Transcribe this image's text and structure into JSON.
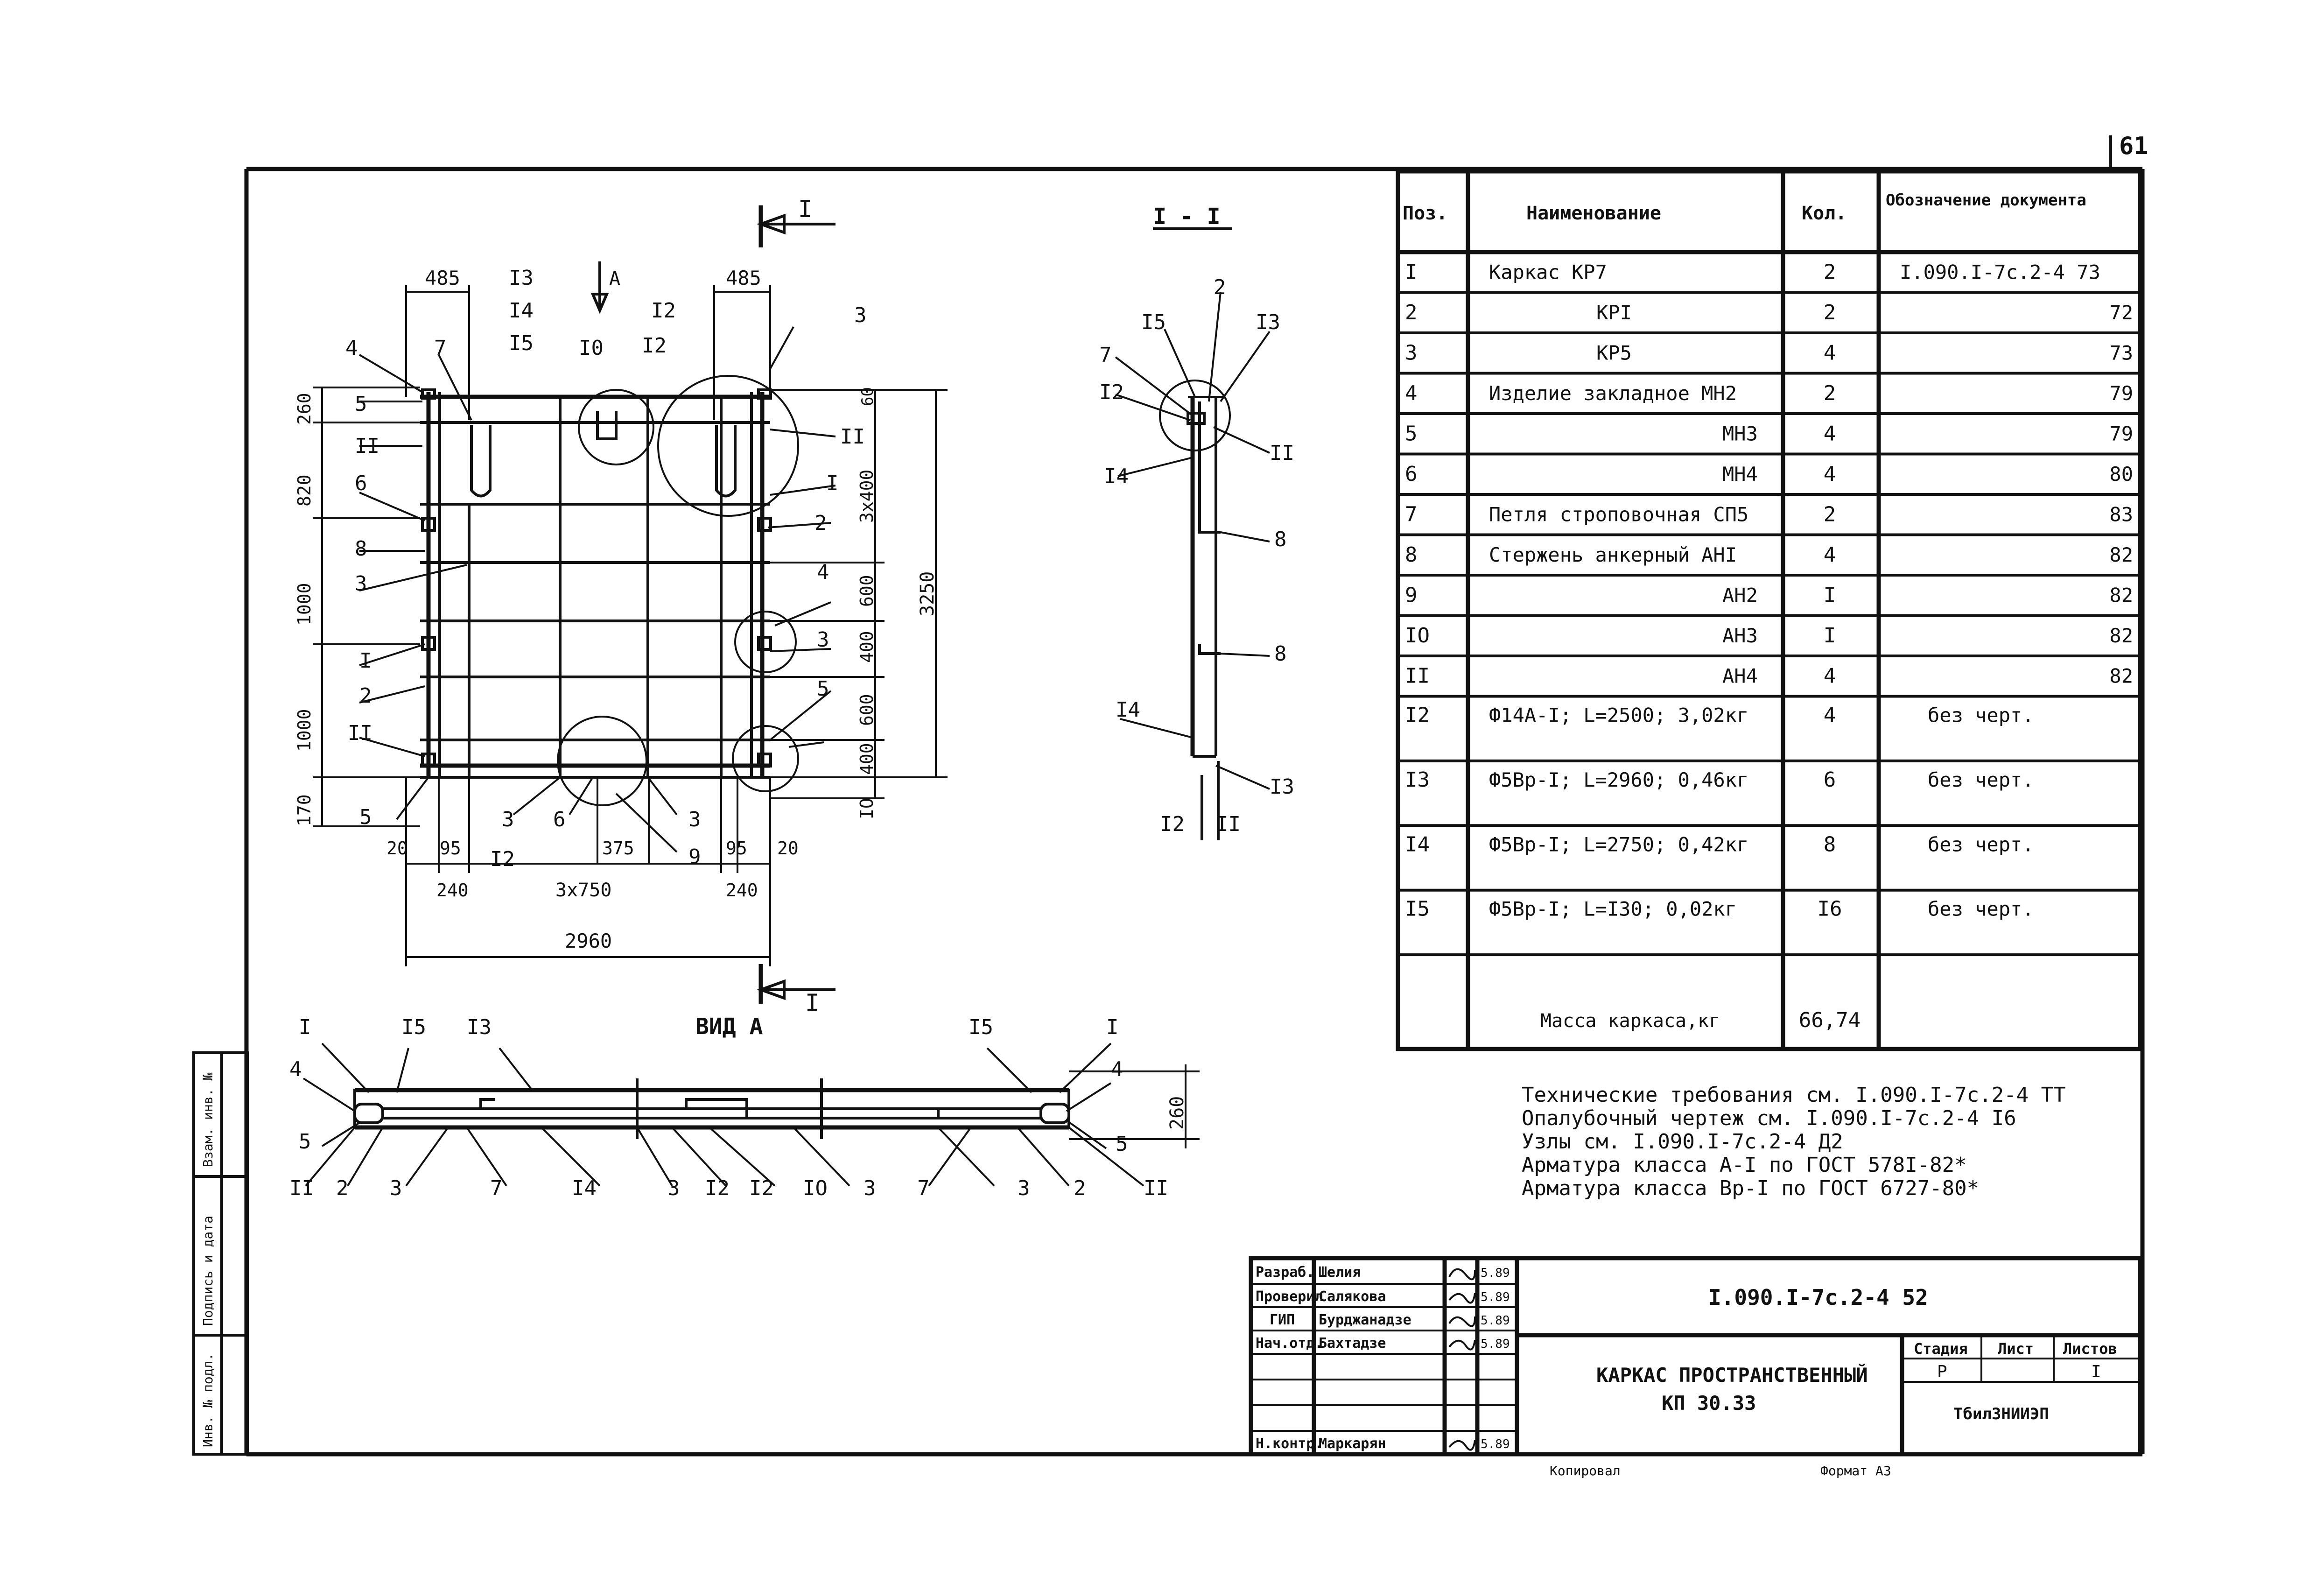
{
  "sheet_number": "61",
  "drawing": {
    "section_marker": "I",
    "section_title": "I - I",
    "view_a_title": "ВИД А",
    "view_a_marker": "А",
    "dims_plan": {
      "top_left": "485",
      "top_right": "485",
      "left_260": "260",
      "left_820": "820",
      "left_1000a": "1000",
      "left_1000b": "1000",
      "left_170": "170",
      "right_3x400": "3x400",
      "right_600a": "600",
      "right_400a": "400",
      "right_600b": "600",
      "right_400b": "400",
      "right_10": "IO",
      "right_total": "3250",
      "right_top": "60",
      "bottom_20l": "20",
      "bottom_95l": "95",
      "bottom_375": "375",
      "bottom_95r": "95",
      "bottom_20r": "20",
      "bottom_240l": "240",
      "bottom_3x750": "3x750",
      "bottom_240r": "240",
      "bottom_total": "2960"
    },
    "plan_labels": {
      "p13": "I3",
      "p14": "I4",
      "p15": "I5",
      "p12a": "I2",
      "p10": "I0",
      "p12b": "I2",
      "p3top": "3",
      "p4": "4",
      "p7": "7",
      "p5": "5",
      "p11a": "II",
      "p6": "6",
      "p8": "8",
      "p3a": "3",
      "p1": "I",
      "p2": "2",
      "p11b": "II",
      "p5b": "5",
      "r11": "II",
      "r1": "I",
      "r2": "2",
      "r4": "4",
      "r3": "3",
      "r5": "5",
      "b3a": "3",
      "b6": "6",
      "b3b": "3",
      "b12": "I2",
      "b9": "9"
    },
    "section_labels": {
      "s2": "2",
      "s15": "I5",
      "s13": "I3",
      "s7": "7",
      "s12": "I2",
      "s11": "II",
      "s14": "I4",
      "s8a": "8",
      "s8b": "8",
      "s14b": "I4",
      "s13b": "I3",
      "s12b": "I2",
      "s11b": "II"
    },
    "view_a_labels": {
      "top_1l": "I",
      "top_15l": "I5",
      "top_13": "I3",
      "top_15r": "I5",
      "top_1r": "I",
      "left_4": "4",
      "left_5": "5",
      "right_4": "4",
      "right_5": "5",
      "dim_260": "260",
      "bottom": [
        "II",
        "2",
        "3",
        "7",
        "I4",
        "3",
        "I2",
        "I2",
        "IO",
        "3",
        "7",
        "3",
        "2",
        "II"
      ]
    }
  },
  "spec_table": {
    "headers": [
      "Поз.",
      "Наименование",
      "Кол.",
      "Обозначение документа"
    ],
    "rows": [
      {
        "pos": "I",
        "name": "Каркас КР7",
        "qty": "2",
        "doc": "I.090.I-7с.2-4 73"
      },
      {
        "pos": "2",
        "name": "КРI",
        "qty": "2",
        "doc": "72"
      },
      {
        "pos": "3",
        "name": "КР5",
        "qty": "4",
        "doc": "73"
      },
      {
        "pos": "4",
        "name": "Изделие закладное МН2",
        "qty": "2",
        "doc": "79"
      },
      {
        "pos": "5",
        "name": "МН3",
        "qty": "4",
        "doc": "79"
      },
      {
        "pos": "6",
        "name": "МН4",
        "qty": "4",
        "doc": "80"
      },
      {
        "pos": "7",
        "name": "Петля строповочная СП5",
        "qty": "2",
        "doc": "83"
      },
      {
        "pos": "8",
        "name": "Стержень анкерный АНI",
        "qty": "4",
        "doc": "82"
      },
      {
        "pos": "9",
        "name": "АН2",
        "qty": "I",
        "doc": "82"
      },
      {
        "pos": "IO",
        "name": "АН3",
        "qty": "I",
        "doc": "82"
      },
      {
        "pos": "II",
        "name": "АН4",
        "qty": "4",
        "doc": "82"
      },
      {
        "pos": "I2",
        "name": "Ф14А-I; L=2500; 3,02кг",
        "qty": "4",
        "doc": "без черт."
      },
      {
        "pos": "I3",
        "name": "Ф5Вр-I; L=2960; 0,46кг",
        "qty": "6",
        "doc": "без черт."
      },
      {
        "pos": "I4",
        "name": "Ф5Вр-I; L=2750; 0,42кг",
        "qty": "8",
        "doc": "без черт."
      },
      {
        "pos": "I5",
        "name": "Ф5Вр-I; L=I30; 0,02кг",
        "qty": "I6",
        "doc": "без черт."
      }
    ],
    "mass_label": "Масса каркаса,кг",
    "mass_value": "66,74"
  },
  "notes": [
    "Технические требования см. I.090.I-7с.2-4 ТТ",
    "Опалубочный чертеж см. I.090.I-7с.2-4 I6",
    "Узлы см. I.090.I-7с.2-4 Д2",
    "Арматура класса А-I по ГОСТ 578I-82*",
    "Арматура класса Вр-I по ГОСТ 6727-80*"
  ],
  "title_block": {
    "roles": [
      "Разраб.",
      "Проверил",
      "ГИП",
      "Нач.отд.",
      "",
      "",
      "Н.контр."
    ],
    "names": [
      "Шелия",
      "Салякова",
      "Бурджанадзе",
      "Бахтадзе",
      "",
      "",
      "Маркарян"
    ],
    "dates": [
      "5.89",
      "5.89",
      "5.89",
      "5.89",
      "",
      "",
      "5.89"
    ],
    "doc_code": "I.090.I-7с.2-4 52",
    "title_line1": "КАРКАС ПРОСТРАНСТВЕННЫЙ",
    "title_line2": "КП 30.33",
    "stage_header": "Стадия",
    "sheet_header": "Лист",
    "sheets_header": "Листов",
    "stage": "Р",
    "sheet": "",
    "sheets": "I",
    "org": "ТбилЗНИИЭП",
    "copied": "Копировал",
    "format": "Формат А3"
  },
  "side_stamp": {
    "col1": "Взам. инв. №",
    "col2": "Подпись и дата",
    "col3": "Инв. № подл."
  }
}
